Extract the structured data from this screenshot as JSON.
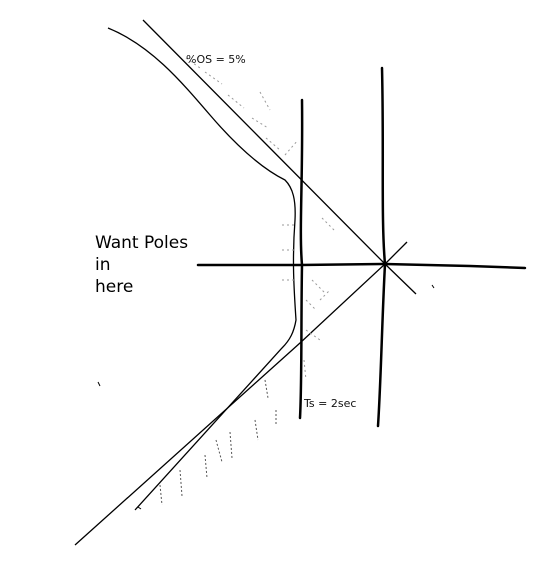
{
  "labels": {
    "overshoot": "%OS = 5%",
    "settling_time": "Ts = 2sec",
    "region_line1": "Want Poles",
    "region_line2": "in",
    "region_line3": "here"
  },
  "colors": {
    "ink": "#000000",
    "hatch": "#9a9a9a"
  }
}
